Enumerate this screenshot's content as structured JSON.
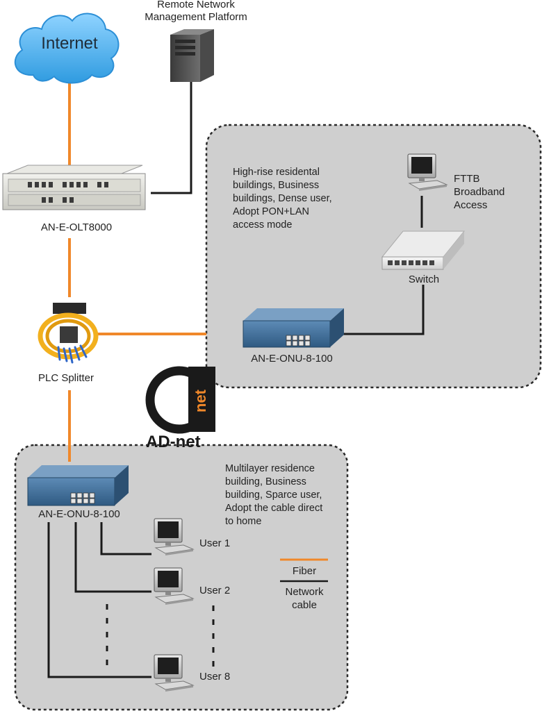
{
  "diagram": {
    "nodes": {
      "internet": "Internet",
      "management": "Remote Network\nManagement Platform",
      "olt": "AN-E-OLT8000",
      "splitter": "PLC Splitter",
      "switch": "Switch",
      "onu_top": "AN-E-ONU-8-100",
      "onu_bottom": "AN-E-ONU-8-100",
      "fttb": "FTTB\nBroadband\nAccess",
      "user1": "User 1",
      "user2": "User 2",
      "user8": "User 8"
    },
    "regions": {
      "top_description": "High-rise residental\nbuildings, Business\nbuildings, Dense user,\nAdopt PON+LAN\naccess mode",
      "bottom_description": "Multilayer residence\nbuilding, Business\nbuilding, Sparce user,\nAdopt the cable direct\nto home"
    },
    "legend": {
      "fiber": "Fiber",
      "network_cable": "Network\ncable",
      "fiber_color": "#f0882a",
      "cable_color": "#1a1a1a"
    },
    "logo": {
      "brand": "AD-net",
      "mark_text": "net"
    },
    "edges": [
      {
        "from": "internet",
        "to": "olt",
        "type": "fiber"
      },
      {
        "from": "management",
        "to": "olt",
        "type": "network_cable"
      },
      {
        "from": "olt",
        "to": "splitter",
        "type": "fiber"
      },
      {
        "from": "splitter",
        "to": "onu_top",
        "type": "fiber"
      },
      {
        "from": "splitter",
        "to": "onu_bottom",
        "type": "fiber"
      },
      {
        "from": "onu_top",
        "to": "switch",
        "type": "network_cable"
      },
      {
        "from": "switch",
        "to": "fttb",
        "type": "network_cable"
      },
      {
        "from": "onu_bottom",
        "to": "user1",
        "type": "network_cable"
      },
      {
        "from": "onu_bottom",
        "to": "user2",
        "type": "network_cable"
      },
      {
        "from": "onu_bottom",
        "to": "user8",
        "type": "network_cable"
      }
    ],
    "colors": {
      "region_fill": "#cfcfcf",
      "cloud_blue": "#3aa6e6",
      "onu_blue": "#3f6d98"
    }
  }
}
